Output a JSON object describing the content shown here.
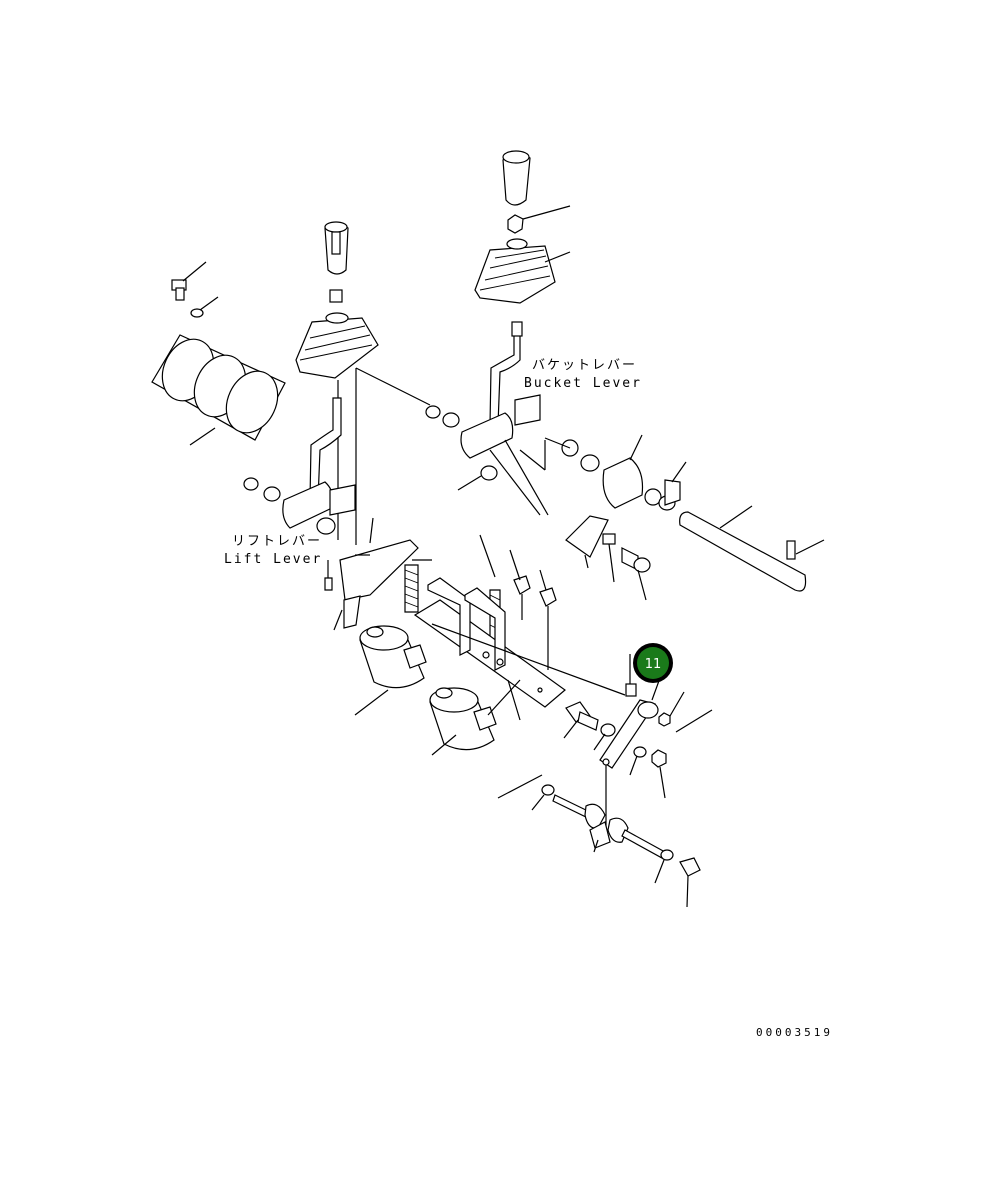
{
  "labels": {
    "bucket_lever_jp": "バケットレバー",
    "bucket_lever_en": "Bucket Lever",
    "lift_lever_jp": "リフトレバー",
    "lift_lever_en": "Lift Lever"
  },
  "callout": {
    "number": "11",
    "color": "#1a7a1a"
  },
  "drawing_number": "00003519"
}
